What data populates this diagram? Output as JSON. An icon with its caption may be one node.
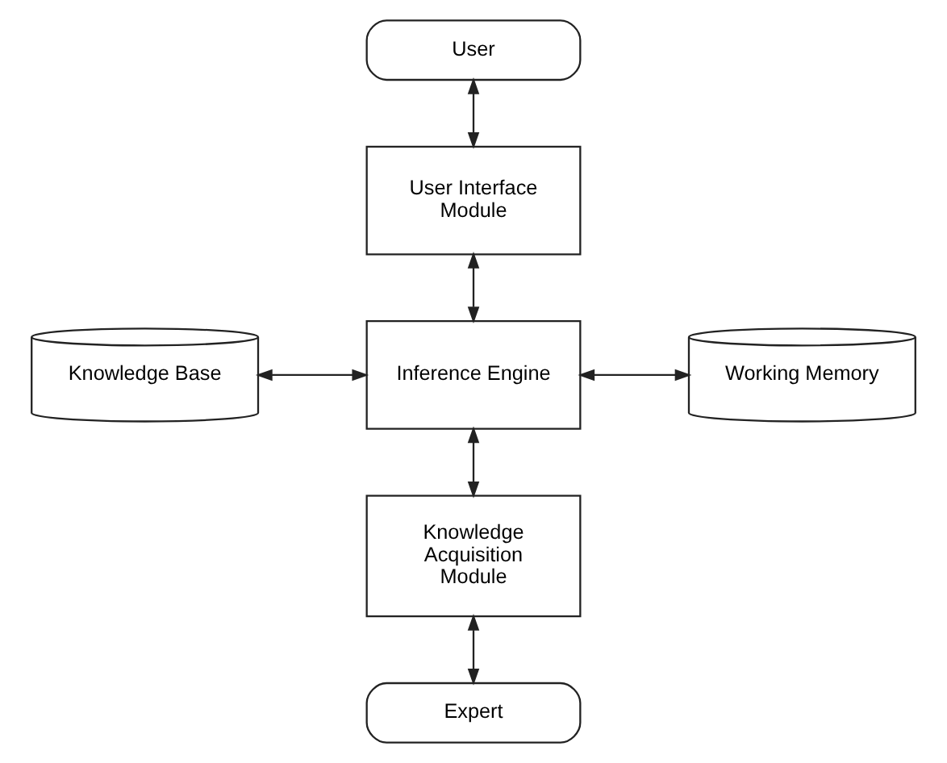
{
  "diagram": {
    "nodes": [
      {
        "text": [
          "User"
        ]
      },
      {
        "text": [
          "User Interface Module"
        ]
      },
      {
        "text": [
          "Knowledge Base"
        ]
      },
      {
        "text": [
          "Inference Engine"
        ]
      },
      {
        "text": [
          "Working Memory"
        ]
      },
      {
        "text": [
          "Knowledge Acquisition Module"
        ]
      },
      {
        "text": [
          "Expert"
        ]
      }
    ],
    "edges": [
      {
        "from": 0,
        "to": 1,
        "arrow": "both"
      },
      {
        "from": 1,
        "to": 3,
        "arrow": "both"
      },
      {
        "from": 2,
        "to": 3,
        "arrow": "both"
      },
      {
        "from": 3,
        "to": 4,
        "arrow": "both"
      },
      {
        "from": 3,
        "to": 5,
        "arrow": "both"
      },
      {
        "from": 5,
        "to": 6,
        "arrow": "both"
      }
    ]
  }
}
